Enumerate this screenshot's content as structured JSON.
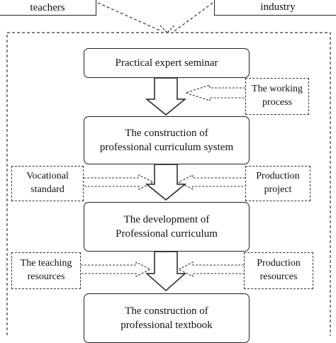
{
  "top_left": "teachers",
  "top_right": "industry",
  "main_steps": [
    [
      "Practical expert seminar"
    ],
    [
      "The construction of",
      "professional curriculum system"
    ],
    [
      "The development of",
      "Professional curriculum"
    ],
    [
      "The construction of",
      "professional textbook"
    ]
  ],
  "side_inputs": {
    "working_process": [
      "The working",
      "process"
    ],
    "vocational_standard": [
      "Vocational",
      "standard"
    ],
    "production_project": [
      "Production",
      "project"
    ],
    "teaching_resources": [
      "The teaching",
      "resources"
    ],
    "production_resources": [
      "Production",
      "resources"
    ]
  }
}
